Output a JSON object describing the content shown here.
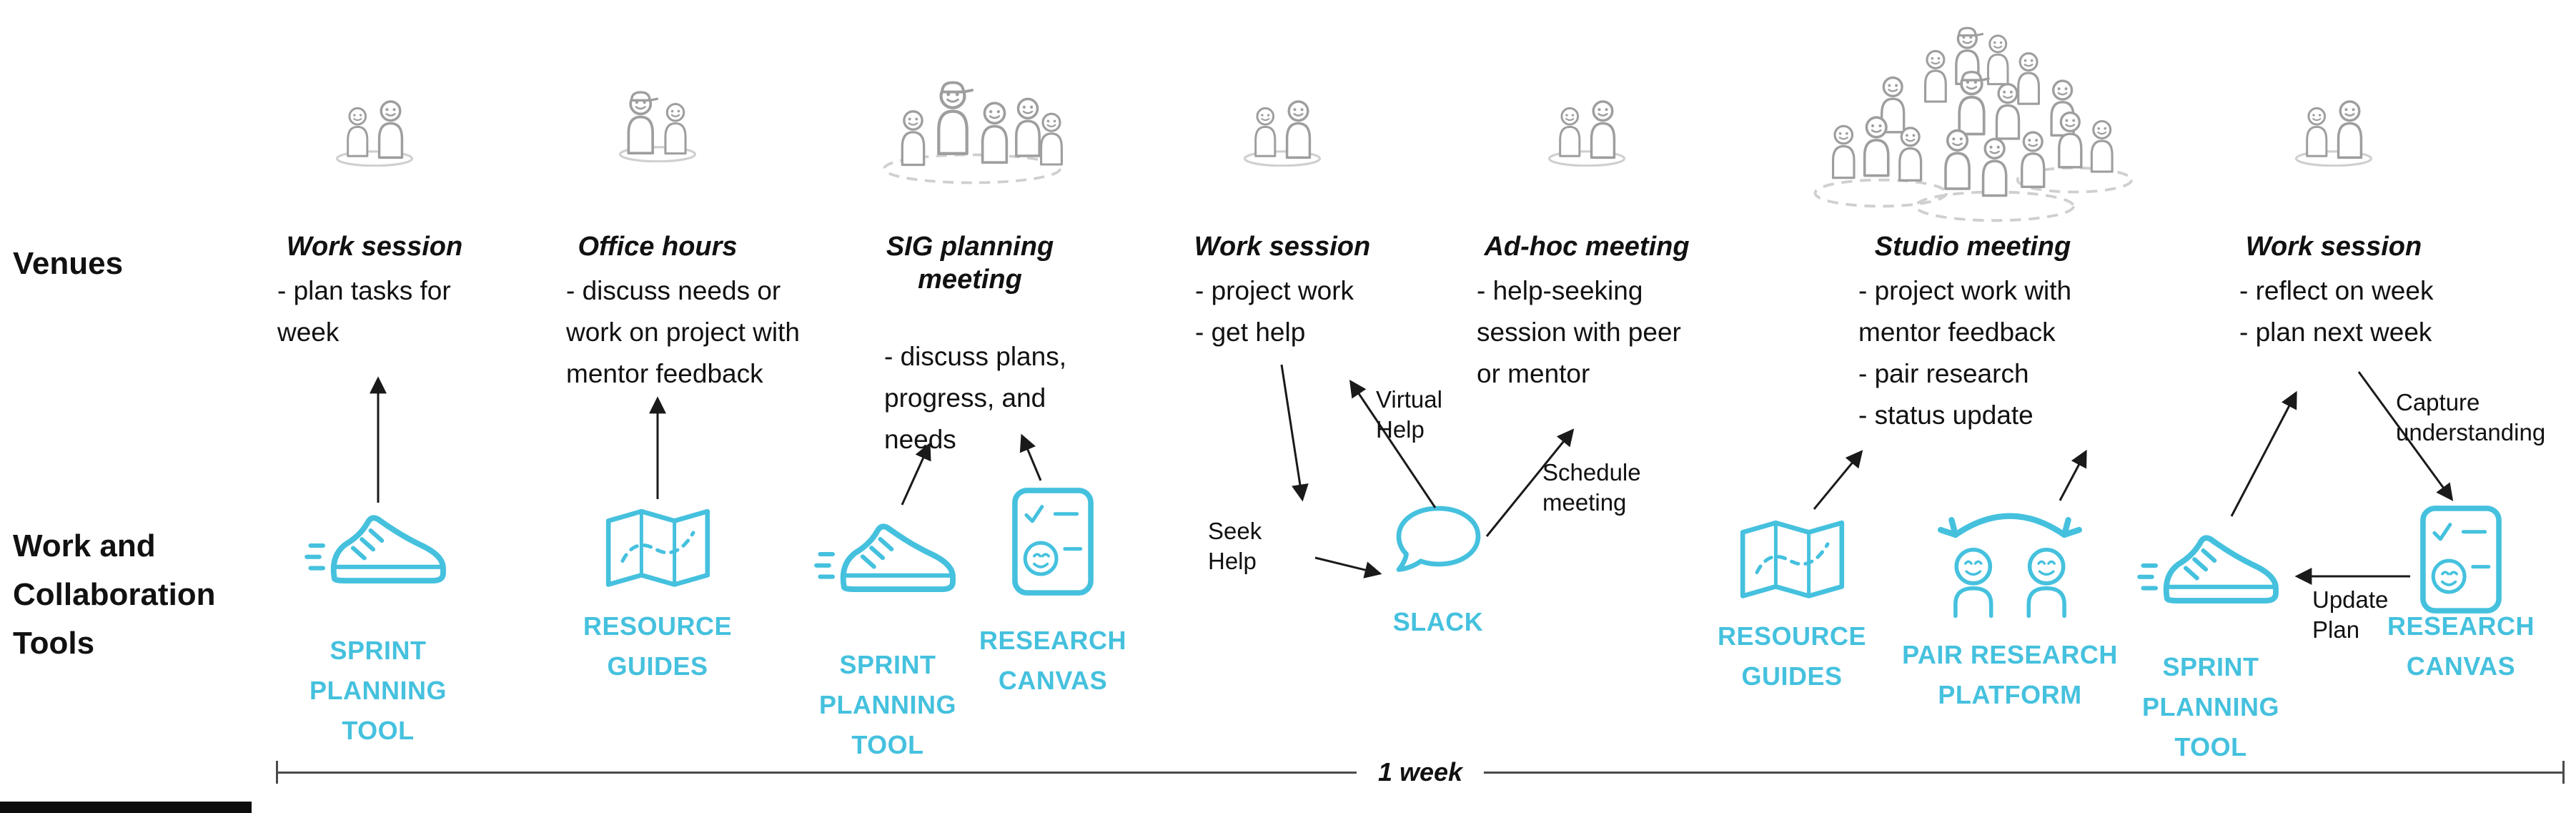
{
  "colors": {
    "accent": "#45c1de",
    "icon_gray": "#9e9e9e",
    "text": "#111111"
  },
  "labels": {
    "venues": "Venues",
    "tools": "Work and Collaboration Tools",
    "timeline": "1 week"
  },
  "venues": [
    {
      "icon": "two-people",
      "title": "Work session",
      "lines": [
        "- plan tasks for",
        "week"
      ]
    },
    {
      "icon": "two-people-one-capped",
      "title": "Office hours",
      "lines": [
        "- discuss needs or",
        "work on project with",
        "mentor feedback"
      ]
    },
    {
      "icon": "small-group-dashed-circle",
      "title": "SIG planning meeting",
      "lines": [
        "- discuss plans,",
        "progress, and",
        "needs"
      ]
    },
    {
      "icon": "two-people",
      "title": "Work session",
      "lines": [
        "- project work",
        "- get help"
      ]
    },
    {
      "icon": "two-people",
      "title": "Ad-hoc meeting",
      "lines": [
        "- help-seeking",
        "session with peer",
        "or mentor"
      ]
    },
    {
      "icon": "crowd-dashed-circles",
      "title": "Studio meeting",
      "lines": [
        "- project work with",
        "mentor feedback",
        "- pair research",
        "- status update"
      ]
    },
    {
      "icon": "two-people",
      "title": "Work session",
      "lines": [
        "- reflect on week",
        "- plan next week"
      ]
    }
  ],
  "tools": [
    {
      "icon": "sneaker-icon",
      "label": "SPRINT PLANNING TOOL"
    },
    {
      "icon": "map-icon",
      "label": "RESOURCE GUIDES"
    },
    {
      "icon": "sneaker-icon",
      "label": "SPRINT PLANNING TOOL"
    },
    {
      "icon": "research-canvas-icon",
      "label": "RESEARCH CANVAS"
    },
    {
      "icon": "speech-bubble-icon",
      "label": "SLACK"
    },
    {
      "icon": "map-icon",
      "label": "RESOURCE GUIDES"
    },
    {
      "icon": "pair-research-icon",
      "label": "PAIR RESEARCH PLATFORM"
    },
    {
      "icon": "sneaker-icon",
      "label": "SPRINT PLANNING TOOL"
    },
    {
      "icon": "research-canvas-icon",
      "label": "RESEARCH CANVAS"
    }
  ],
  "arrows": {
    "seek_help": "Seek Help",
    "virtual_help": "Virtual Help",
    "schedule_meeting": "Schedule meeting",
    "capture_understanding": "Capture understanding",
    "update_plan": "Update Plan"
  }
}
